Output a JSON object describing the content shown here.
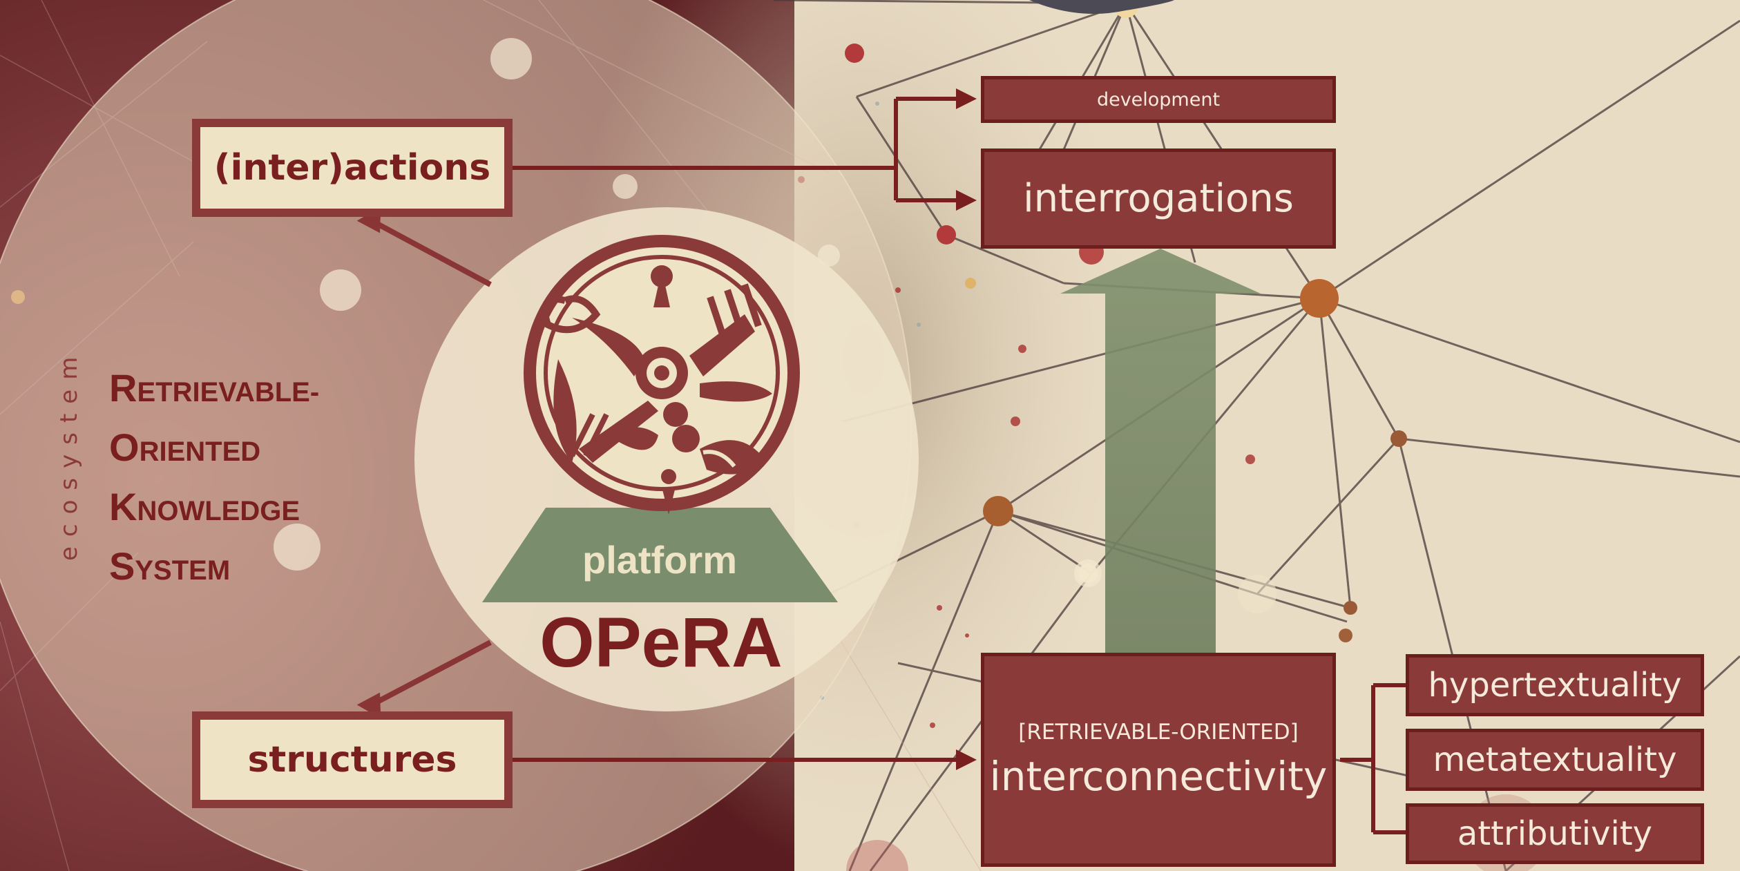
{
  "colors": {
    "maroon": "#8b3a3a",
    "dark_maroon": "#6b1e1e",
    "cream": "#efe3c6",
    "sage": "#7a8e6e",
    "background": "#e9dcc4"
  },
  "brand": {
    "acronym_lines": [
      {
        "initial": "R",
        "rest": "etrievable-"
      },
      {
        "initial": "O",
        "rest": "riented"
      },
      {
        "initial": "K",
        "rest": "nowledge"
      },
      {
        "initial": "S",
        "rest": "ystem"
      }
    ],
    "ecosystem_label": "ecosystem"
  },
  "center": {
    "logo_icon": "opera-compass-emblem-icon",
    "platform_label": "platform",
    "name": "OPeRA"
  },
  "left_boxes": {
    "interactions": "(inter)actions",
    "structures": "structures"
  },
  "right_boxes": {
    "development": "development",
    "interrogations": "interrogations",
    "interconnectivity_prefix": "[RETRIEVABLE-ORIENTED]",
    "interconnectivity": "interconnectivity"
  },
  "branches": [
    "hypertextuality",
    "metatextuality",
    "attributivity"
  ]
}
